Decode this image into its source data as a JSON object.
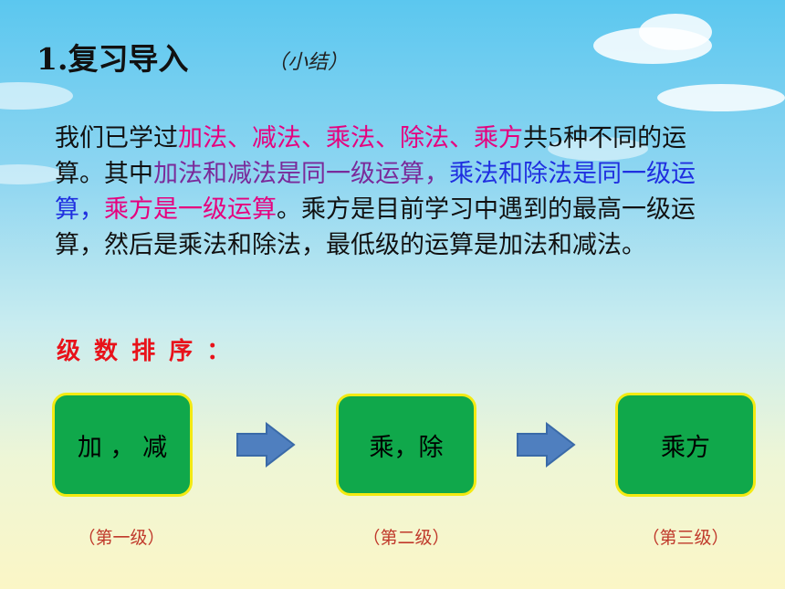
{
  "slide": {
    "title": "1.复习导入",
    "subtitle": "（小结）"
  },
  "paragraph": {
    "p1": "我们已学过",
    "ops": "加法、减法、乘法、除法、乘方",
    "p2": "共5种不同的运算。其中",
    "group1": "加法和减法是同一级运算，",
    "group2": "乘法和除法是同一级运算，",
    "group3": "乘方是一级运算",
    "p3": "。乘方是目前学习中遇到的最高一级运算，然后是乘法和除法，最低级的运算是加法和减法。"
  },
  "ranking": {
    "label": "级 数 排 序 ：",
    "boxes": [
      "加 ， 减",
      "乘，除",
      "乘方"
    ],
    "levels": [
      "（第一级）",
      "（第二级）",
      "（第三级）"
    ]
  },
  "colors": {
    "pink": "#e6007e",
    "purple": "#7a2a9a",
    "blue": "#1f2fe0",
    "red": "#e8121a",
    "box_green": "#10a84b",
    "box_border": "#f3ea12",
    "arrow_blue": "#4f7fbf"
  }
}
